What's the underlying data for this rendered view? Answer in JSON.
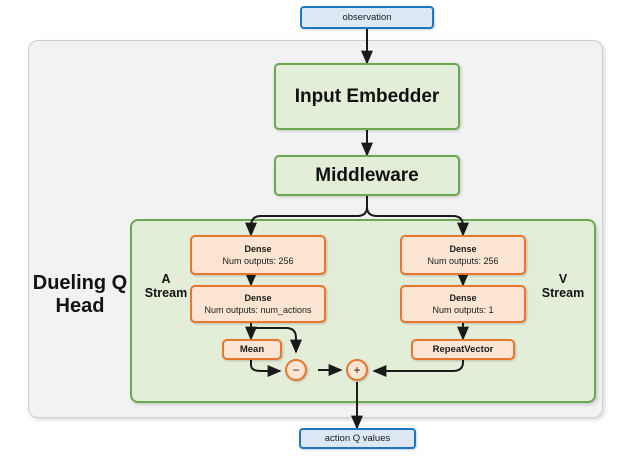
{
  "diagram": {
    "title_label": "Dueling Q Head",
    "input": {
      "label": "observation"
    },
    "output": {
      "label": "action Q values"
    },
    "blocks": {
      "input_embedder": "Input Embedder",
      "middleware": "Middleware"
    },
    "streams": {
      "a": {
        "label_line1": "A",
        "label_line2": "Stream"
      },
      "v": {
        "label_line1": "V",
        "label_line2": "Stream"
      }
    },
    "a_stream": {
      "dense1": {
        "name": "Dense",
        "detail": "Num outputs: 256"
      },
      "dense2": {
        "name": "Dense",
        "detail": "Num outputs: num_actions"
      },
      "mean": {
        "label": "Mean"
      }
    },
    "v_stream": {
      "dense1": {
        "name": "Dense",
        "detail": "Num outputs: 256"
      },
      "dense2": {
        "name": "Dense",
        "detail": "Num outputs: 1"
      },
      "repeat": {
        "label": "RepeatVector"
      }
    },
    "operators": {
      "subtract": {
        "symbol": "−",
        "name": "subtract-operator"
      },
      "add": {
        "symbol": "+",
        "name": "add-operator"
      }
    },
    "colors": {
      "io_fill": "#dce9f5",
      "io_border": "#1f77c4",
      "green_fill": "#e2eed8",
      "green_border": "#6aa84f",
      "orange_fill": "#fce5d2",
      "orange_border": "#e8762c",
      "outer_fill": "#f2f2f2",
      "outer_border": "#cfcfcf",
      "wire": "#1a1a1a"
    }
  }
}
